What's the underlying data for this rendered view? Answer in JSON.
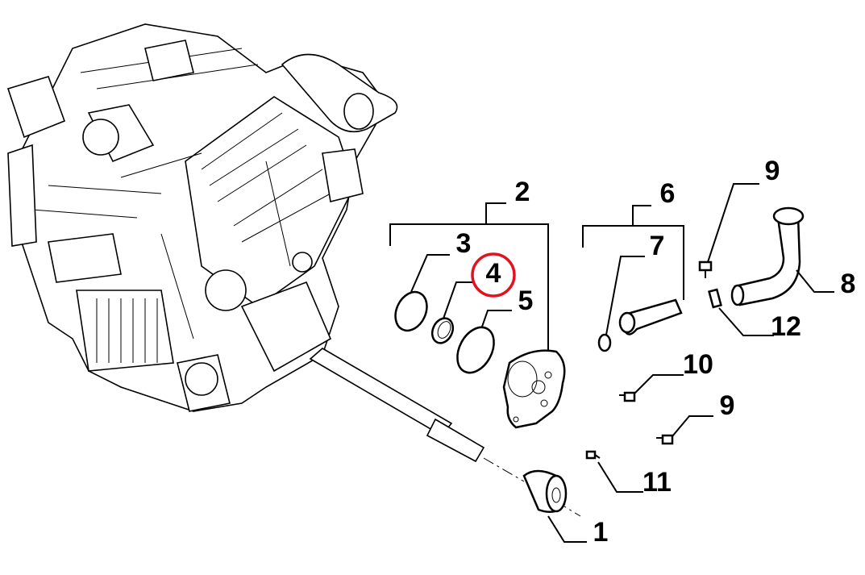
{
  "diagram": {
    "labels": {
      "l1": "1",
      "l2": "2",
      "l3": "3",
      "l4": "4",
      "l5": "5",
      "l6": "6",
      "l7": "7",
      "l8": "8",
      "l9a": "9",
      "l9b": "9",
      "l10": "10",
      "l11": "11",
      "l12": "12"
    },
    "highlighted_part": "4",
    "highlight_color": "#e0141e"
  }
}
